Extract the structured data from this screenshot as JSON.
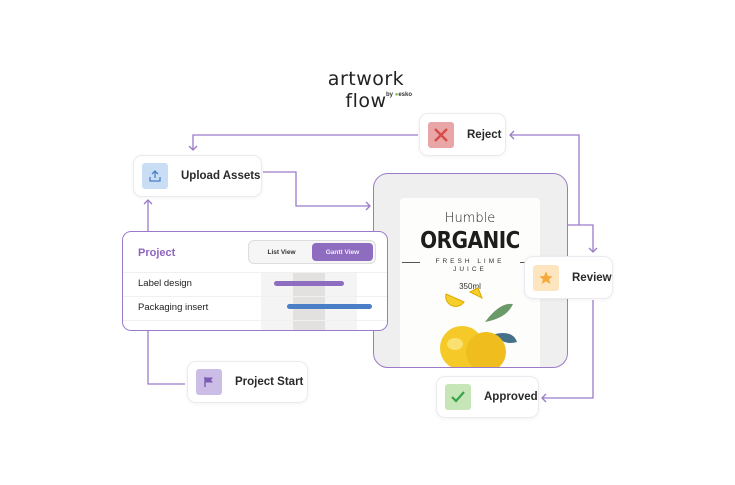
{
  "logo": {
    "name": "artwork flow",
    "sub_prefix": "by",
    "sub_brand": "esko"
  },
  "nodes": {
    "reject": {
      "label": "Reject",
      "icon": "x-icon",
      "color": "#e8a6a6"
    },
    "upload": {
      "label": "Upload Assets",
      "icon": "upload-icon",
      "color": "#c9def5"
    },
    "review": {
      "label": "Review",
      "icon": "star-icon",
      "color": "#fde5bf"
    },
    "approved": {
      "label": "Approved",
      "icon": "check-icon",
      "color": "#c7e6b7"
    },
    "project_start": {
      "label": "Project Start",
      "icon": "flag-icon",
      "color": "#cbbde6"
    }
  },
  "project": {
    "title": "Project",
    "views": [
      "List View",
      "Gantt View"
    ],
    "active_view": "Gantt View",
    "tasks": [
      {
        "name": "Label design"
      },
      {
        "name": "Packaging insert"
      }
    ]
  },
  "artwork": {
    "brand": "Humble",
    "title": "ORGANIC",
    "subtitle_line1": "FRESH LIME",
    "subtitle_line2": "JUICE",
    "volume": "350ml"
  },
  "colors": {
    "accent": "#9b7bc9",
    "gantt_purple": "#8e6cbf",
    "gantt_blue": "#4a7fc8"
  }
}
